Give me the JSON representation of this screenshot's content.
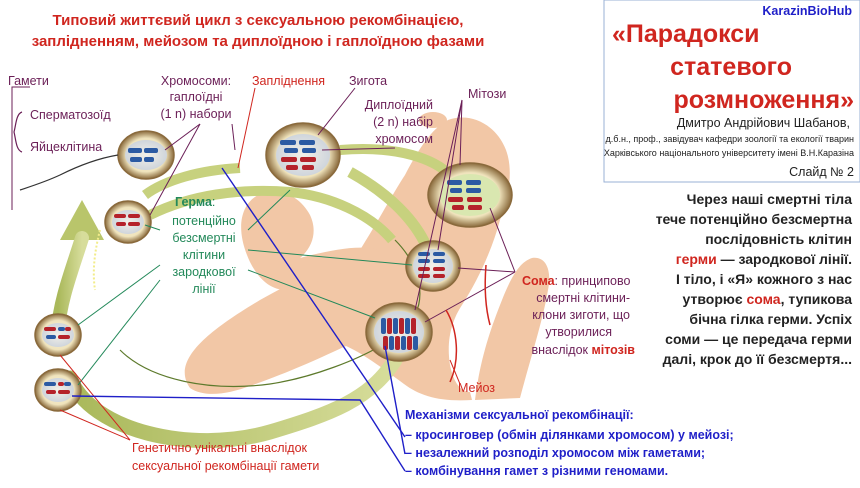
{
  "slide": {
    "title_line1": "Типовий життєвий цикл з сексуальною рекомбінацією,",
    "title_line2": "заплідненням, мейозом та диплоїдною і гаплоїдною фазами",
    "brand": "KarazinBioHub",
    "heading_line1": "«Парадокси",
    "heading_line2": "статевого",
    "heading_line3": "розмноження»",
    "author": "Дмитро Андрійович Шабанов,",
    "affil_line1": "д.б.н., проф., завідувач кафедри зоології та екології тварин",
    "affil_line2": "Харківського національного університету імені В.Н.Каразіна",
    "slide_number": "Слайд № 2"
  },
  "labels": {
    "gametes": "Гамети",
    "sperm": "Сперматозоїд",
    "egg": "Яйцеклітина",
    "chromosomes_l1": "Хромосоми:",
    "chromosomes_l2": "гаплоїдні",
    "chromosomes_l3": "(1 n) набори",
    "fertilization": "Запліднення",
    "zygote": "Зигота",
    "diploid_l1": "Диплоїдний",
    "diploid_l2": "(2 n) набір",
    "diploid_l3": "хромосом",
    "mitoses": "Мітози",
    "germ_title": "Герма",
    "germ_colon": ":",
    "germ_l1": "потенційно",
    "germ_l2": "безсмертні",
    "germ_l3": "клітини",
    "germ_l4": "зародкової",
    "germ_l5": "лінії",
    "soma_title": "Сома",
    "soma_l1": ": принципово",
    "soma_l2": "смертні клітини-",
    "soma_l3": "клони зиготи, що",
    "soma_l4": "утворилися",
    "soma_l5a": "внаслідок ",
    "soma_l5b": "мітозів",
    "meiosis": "Мейоз",
    "genetic_l1": "Генетично унікальні внаслідок",
    "genetic_l2": "сексуальної рекомбінації гамети"
  },
  "mechanisms": {
    "title": "Механізми сексуальної  рекомбінації:",
    "item1": "– кросинговер (обмін ділянками хромосом) у мейозі;",
    "item2": "– незалежний розподіл хромосом між гаметами;",
    "item3": "– комбінування гамет з різними геномами."
  },
  "quote": {
    "l1": "Через наші смертні тіла",
    "l2": "тече потенційно безсмертна",
    "l3": "послідовність клітин",
    "l4a": "герми",
    "l4b": " — зародкової лінії.",
    "l5": "І тіло, і «Я» кожного з нас",
    "l6a": "утворює ",
    "l6b": "сома",
    "l6c": ", тупикова",
    "l7": "бічна гілка герми. Успіх",
    "l8": "соми — це передача герми",
    "l9": "далі, крок до її безсмертя..."
  },
  "colors": {
    "title_red": "#d0261f",
    "label_purple": "#6b1f57",
    "germ_green": "#23895a",
    "mech_blue": "#1f1fc8",
    "body_skin": "#f2c7a6",
    "arrow_green": "#b9c56b"
  }
}
